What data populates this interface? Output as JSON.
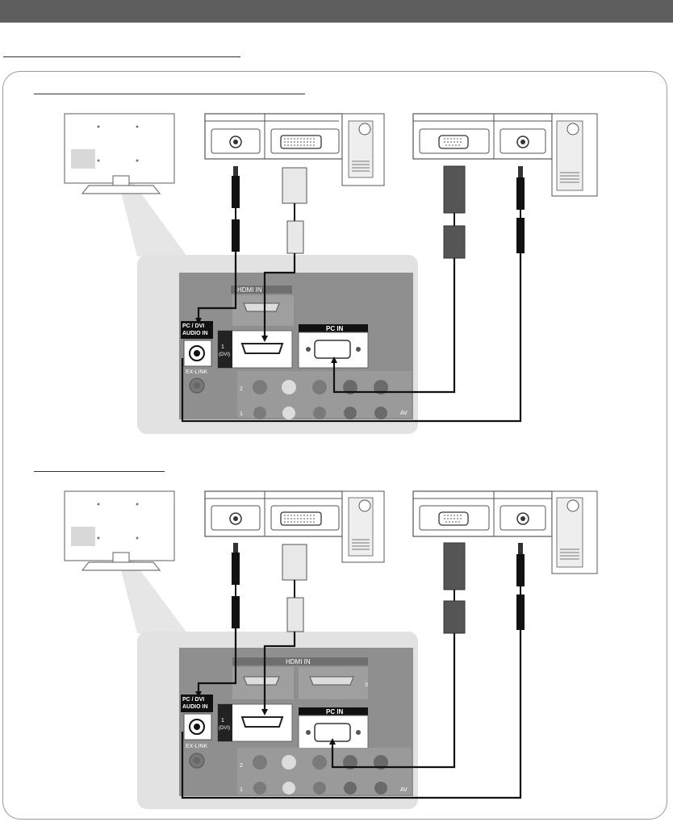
{
  "labels": {
    "hdmi_in": "HDMI IN",
    "pc_in": "PC IN",
    "pc_dvi_audio_in_line1": "PC / DVI",
    "pc_dvi_audio_in_line2": "AUDIO IN",
    "dvi_port_number": "1",
    "dvi_port_tag": "(DVI)",
    "ex_link": "EX-LINK",
    "av": "AV",
    "av_row_top": "2",
    "av_row_bottom": "1",
    "hdmi_port_3": "3"
  },
  "icons": [
    "tv-back-icon",
    "computer-tower-icon",
    "audio-jack-icon",
    "dvi-port-icon",
    "vga-port-icon",
    "rca-cable-icon",
    "dvi-cable-icon",
    "vga-cable-icon"
  ],
  "colors": {
    "top_bar": "#5e5e5e",
    "panel_shade": "#e2e2e2",
    "tv_jack_panel": "#8f8f8f",
    "cable_line": "#1a1a1a"
  }
}
